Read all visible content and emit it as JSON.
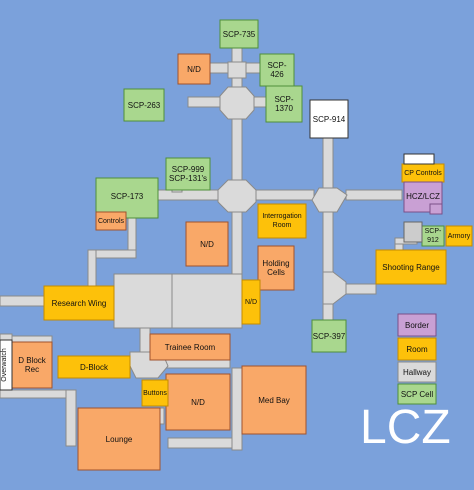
{
  "zone_label": "LCZ",
  "colors": {
    "background": "#7BA1DB",
    "hallway": "#DADADA",
    "hallway_stroke": "#8A8A8A",
    "room": "#F9A868",
    "room_stroke": "#A0522D",
    "scp_cell": "#A9D78E",
    "scp_stroke": "#4F8F3A",
    "border": "#C9A0D4",
    "highlight": "#FDC10A",
    "white_room": "#FFFFFF"
  },
  "scp_cells": {
    "scp_735": "SCP-735",
    "scp_426": "SCP-\n426",
    "scp_263": "SCP-263",
    "scp_1370": "SCP-\n1370",
    "scp_999_131": "SCP-999\nSCP-131's",
    "scp_173": "SCP-173",
    "scp_912": "SCP-\n912",
    "scp_397": "SCP-397"
  },
  "rooms": {
    "nd_top": "N/D",
    "scp_914": "SCP-914",
    "cp_controls": "CP Controls",
    "hcz_lcz": "HCZ/LCZ",
    "armory": "Armory",
    "controls": "Controls",
    "nd_mid": "N/D",
    "interrogation_room": "Interrogation\nRoom",
    "holding_cells": "Holding\nCells",
    "shooting_range": "Shooting Range",
    "research_wing": "Research Wing",
    "nd_right": "N/D",
    "trainee_room": "Trainee Room",
    "d_block_rec": "D Block\nRec",
    "overwatch": "Overwatch",
    "d_block": "D-Block",
    "buttons": "Buttons",
    "nd_bottom": "N/D",
    "med_bay": "Med Bay",
    "lounge": "Lounge"
  },
  "legend": {
    "items": [
      {
        "label": "Border",
        "color": "#C9A0D4"
      },
      {
        "label": "Room",
        "color": "#FDC10A"
      },
      {
        "label": "Hallway",
        "color": "#DADADA"
      },
      {
        "label": "SCP Cell",
        "color": "#A9D78E"
      }
    ]
  }
}
